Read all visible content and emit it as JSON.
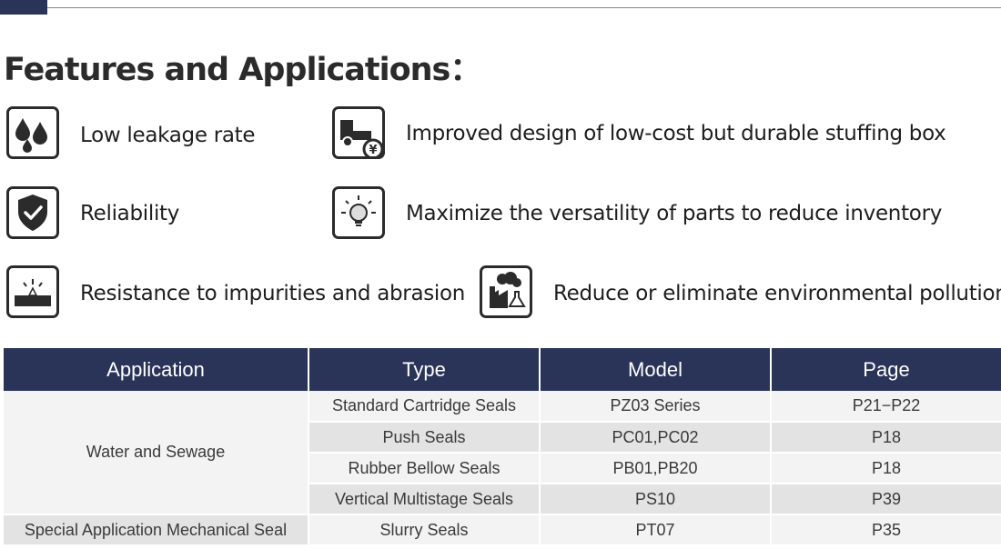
{
  "heading": "Features and Applications：",
  "features": [
    {
      "icon": "water-drops-icon",
      "text": "Low leakage rate"
    },
    {
      "icon": "truck-cost-icon",
      "text": "Improved design of low-cost but durable stuffing box"
    },
    {
      "icon": "shield-check-icon",
      "text": "Reliability"
    },
    {
      "icon": "light-bulb-icon",
      "text": "Maximize the versatility of parts to reduce inventory"
    },
    {
      "icon": "abrasion-icon",
      "text": "Resistance to impurities and abrasion"
    },
    {
      "icon": "factory-pollution-icon",
      "text": "Reduce or eliminate environmental pollution"
    }
  ],
  "colors": {
    "header_bg": "#2a3358",
    "row_light": "#f3f3f3",
    "row_dark": "#e3e3e3"
  },
  "table": {
    "headers": [
      "Application",
      "Type",
      "Model",
      "Page"
    ],
    "groups": [
      {
        "application": "Water and Sewage",
        "rows": [
          {
            "type": "Standard Cartridge Seals",
            "model": "PZ03 Series",
            "page": "P21−P22"
          },
          {
            "type": "Push  Seals",
            "model": "PC01,PC02",
            "page": "P18"
          },
          {
            "type": "Rubber Bellow Seals",
            "model": "PB01,PB20",
            "page": "P18"
          },
          {
            "type": "Vertical Multistage Seals",
            "model": "PS10",
            "page": "P39"
          }
        ]
      },
      {
        "application": "Special Application Mechanical Seal",
        "rows": [
          {
            "type": "Slurry Seals",
            "model": "PT07",
            "page": "P35"
          }
        ]
      }
    ]
  }
}
